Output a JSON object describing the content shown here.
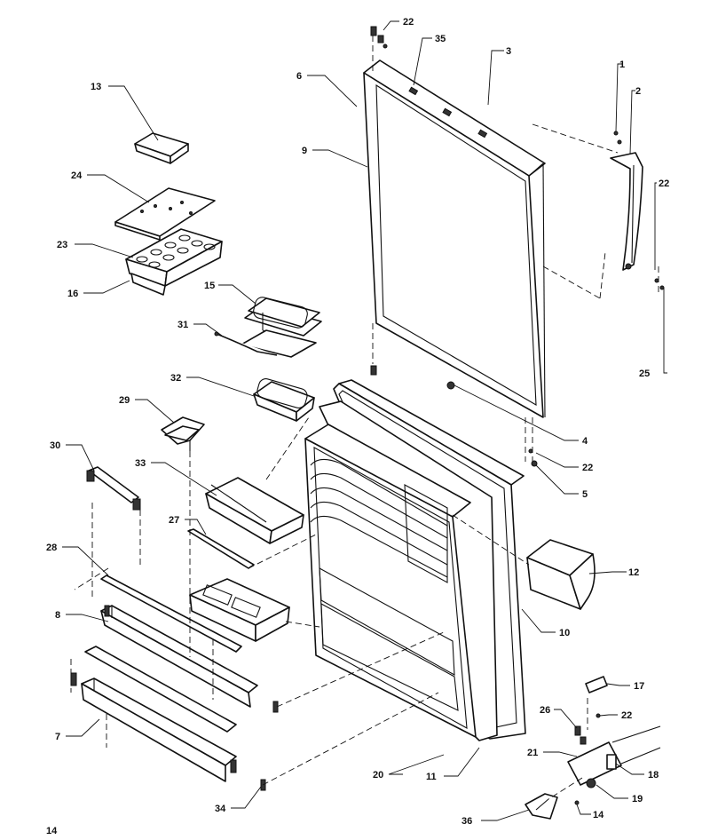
{
  "callouts": [
    {
      "id": "c1",
      "label": "1"
    },
    {
      "id": "c2",
      "label": "2"
    },
    {
      "id": "c3",
      "label": "3"
    },
    {
      "id": "c4",
      "label": "4"
    },
    {
      "id": "c5",
      "label": "5"
    },
    {
      "id": "c6",
      "label": "6"
    },
    {
      "id": "c7",
      "label": "7"
    },
    {
      "id": "c8",
      "label": "8"
    },
    {
      "id": "c9",
      "label": "9"
    },
    {
      "id": "c10",
      "label": "10"
    },
    {
      "id": "c11",
      "label": "11"
    },
    {
      "id": "c12",
      "label": "12"
    },
    {
      "id": "c13",
      "label": "13"
    },
    {
      "id": "c14",
      "label": "14"
    },
    {
      "id": "c15",
      "label": "15"
    },
    {
      "id": "c16",
      "label": "16"
    },
    {
      "id": "c17",
      "label": "17"
    },
    {
      "id": "c18",
      "label": "18"
    },
    {
      "id": "c19",
      "label": "19"
    },
    {
      "id": "c20",
      "label": "20"
    },
    {
      "id": "c21",
      "label": "21"
    },
    {
      "id": "c22a",
      "label": "22"
    },
    {
      "id": "c22b",
      "label": "22"
    },
    {
      "id": "c22c",
      "label": "22"
    },
    {
      "id": "c22d",
      "label": "22"
    },
    {
      "id": "c23",
      "label": "23"
    },
    {
      "id": "c24",
      "label": "24"
    },
    {
      "id": "c25",
      "label": "25"
    },
    {
      "id": "c26",
      "label": "26"
    },
    {
      "id": "c27",
      "label": "27"
    },
    {
      "id": "c28",
      "label": "28"
    },
    {
      "id": "c29",
      "label": "29"
    },
    {
      "id": "c30",
      "label": "30"
    },
    {
      "id": "c31",
      "label": "31"
    },
    {
      "id": "c32",
      "label": "32"
    },
    {
      "id": "c33",
      "label": "33"
    },
    {
      "id": "c34",
      "label": "34"
    },
    {
      "id": "c35",
      "label": "35"
    },
    {
      "id": "c36",
      "label": "36"
    }
  ],
  "page_number": "14"
}
